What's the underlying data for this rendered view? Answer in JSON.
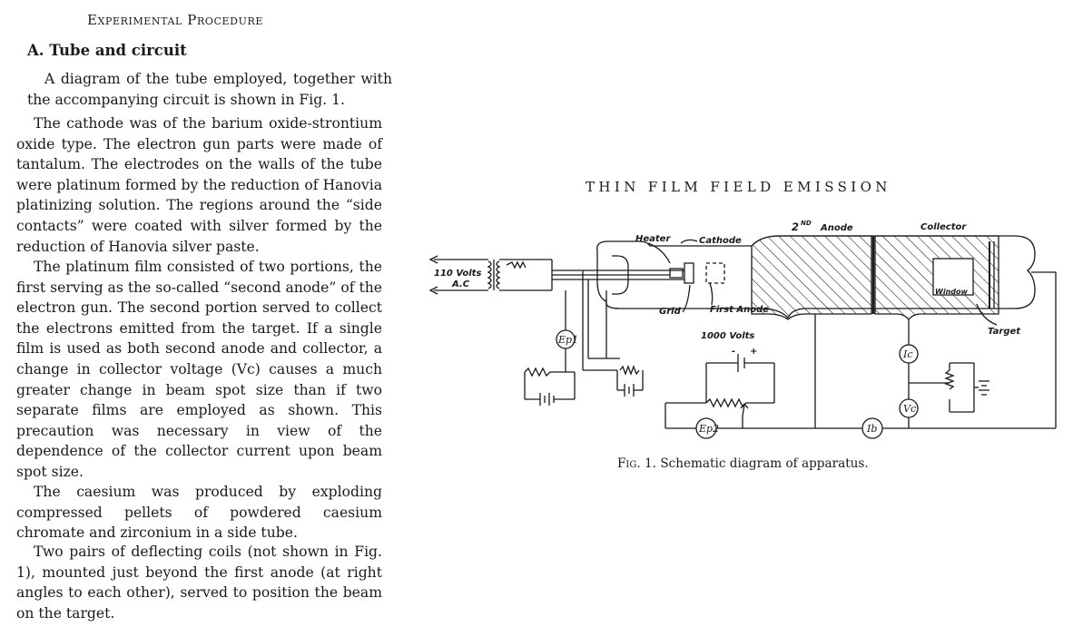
{
  "header": {
    "section": "Experimental Procedure"
  },
  "subsection": {
    "title": "A. Tube and circuit"
  },
  "paragraphs": [
    "A diagram of the tube employed, together with the accompanying circuit is shown in Fig. 1.",
    "The cathode was of the barium oxide-strontium oxide type. The electron gun parts were made of tantalum. The electrodes on the walls of the tube were platinum formed by the reduction of Hanovia platinizing solution. The regions around the “side contacts” were coated with silver formed by the reduction of Hanovia silver paste.",
    "The platinum film consisted of two portions, the first serving as the so-called “second anode” of the electron gun. The second portion served to collect the electrons emitted from the target. If a single film is used as both second anode and collector, a change in collector voltage (Vc) causes a much greater change in beam spot size than if two separate films are employed as shown. This precaution was necessary in view of the dependence of the collector current upon beam spot size.",
    "The caesium was produced by exploding compressed pellets of powdered caesium chromate and zirconium in a side tube.",
    "Two pairs of deflecting coils (not shown in Fig. 1), mounted just beyond the first anode (at right angles to each other), served to position the beam on the target."
  ],
  "figure": {
    "running_title": "THIN FILM FIELD EMISSION",
    "caption_label": "Fig. 1.",
    "caption_text": "Schematic diagram of apparatus.",
    "labels": {
      "supply_volts": "110 Volts",
      "supply_ac": "A.C",
      "heater": "Heater",
      "cathode": "Cathode",
      "grid": "Grid",
      "first_anode": "First Anode",
      "second_anode_num": "2",
      "second_anode_sup": "ND",
      "second_anode_word": "Anode",
      "collector": "Collector",
      "window": "Window",
      "target": "Target",
      "battery_volts": "1000 Volts",
      "minus": "-",
      "plus": "+",
      "meter_ep1": "Ep1",
      "meter_ep2": "Ep2",
      "meter_ic": "Ic",
      "meter_vc": "Vc",
      "meter_ib": "Ib"
    }
  },
  "colors": {
    "ink": "#1a1a1a",
    "paper": "#ffffff"
  }
}
